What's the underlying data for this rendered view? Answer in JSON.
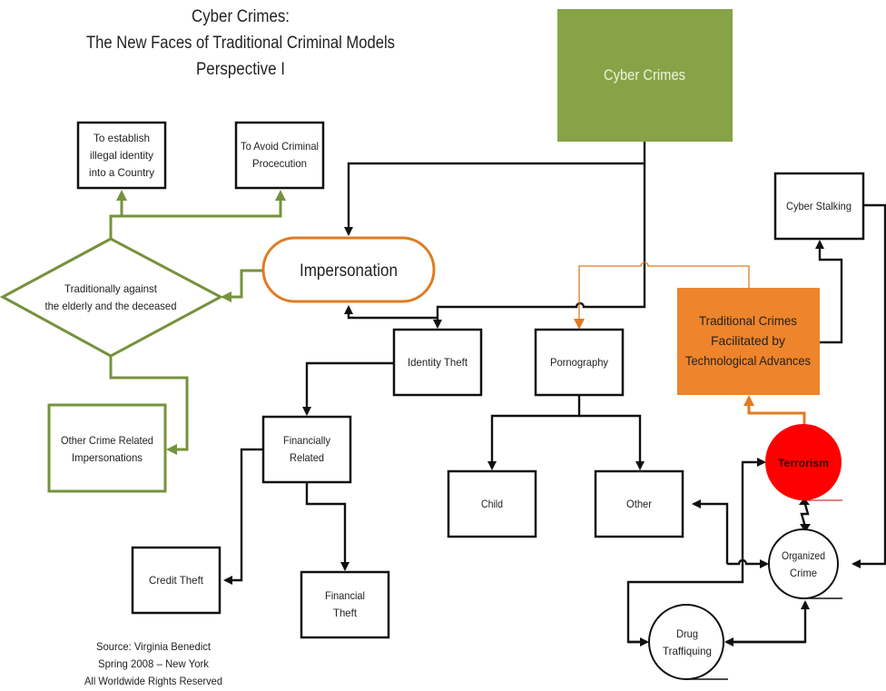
{
  "title": {
    "line1": "Cyber Crimes:",
    "line2": "The New Faces of Traditional Criminal Models",
    "line3": "Perspective I"
  },
  "colors": {
    "root_fill": "#86a447",
    "root_text": "#eef3d8",
    "traditional_fill": "#ee842b",
    "terrorism_fill": "#ff0000",
    "impersonation_stroke": "#e07b24",
    "green_stroke": "#76923c"
  },
  "nodes": {
    "cyber_crimes": "Cyber Crimes",
    "impersonation": "Impersonation",
    "establish_identity": [
      "To establish",
      "illegal identity",
      "into a Country"
    ],
    "avoid_prosecution": [
      "To Avoid Criminal",
      "Procecution"
    ],
    "traditionally_against": [
      "Traditionally against",
      "the elderly and the deceased"
    ],
    "other_impersonations": [
      "Other Crime Related",
      "Impersonations"
    ],
    "identity_theft": "Identity Theft",
    "financially_related": [
      "Financially",
      "Related"
    ],
    "credit_theft": "Credit Theft",
    "financial_theft": [
      "Financial",
      "Theft"
    ],
    "pornography": "Pornography",
    "child": "Child",
    "other": "Other",
    "traditional_crimes": [
      "Traditional Crimes",
      "Facilitated  by",
      "Technological Advances"
    ],
    "cyber_stalking": "Cyber Stalking",
    "terrorism": "Terrorism",
    "organized_crime": [
      "Organized",
      "Crime"
    ],
    "drug_traffiquing": [
      "Drug",
      "Traffiquing"
    ]
  },
  "source": {
    "line1": "Source: Virginia Benedict",
    "line2": "Spring 2008 – New York",
    "line3": "All Worldwide Rights Reserved"
  }
}
